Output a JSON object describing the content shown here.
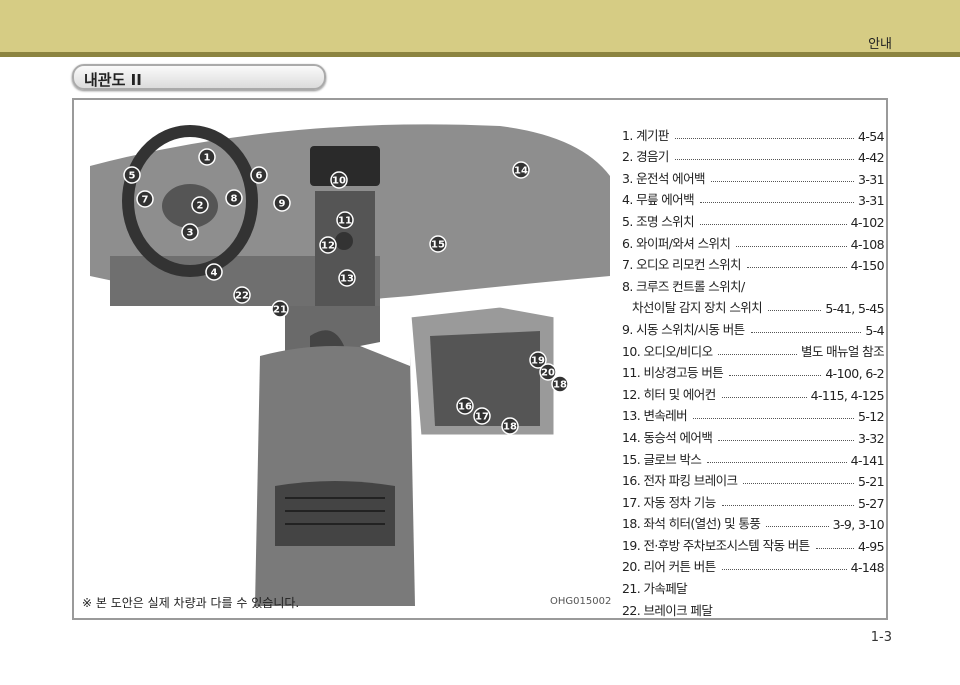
{
  "header": {
    "section": "안내"
  },
  "title": "내관도 II",
  "items": [
    {
      "label": "1. 계기판",
      "page": "4-54"
    },
    {
      "label": "2. 경음기",
      "page": "4-42"
    },
    {
      "label": "3. 운전석 에어백",
      "page": "3-31"
    },
    {
      "label": "4. 무릎 에어백",
      "page": "3-31"
    },
    {
      "label": "5. 조명 스위치",
      "page": "4-102"
    },
    {
      "label": "6. 와이퍼/와셔 스위치",
      "page": "4-108"
    },
    {
      "label": "7. 오디오 리모컨 스위치",
      "page": "4-150"
    },
    {
      "label": "8. 크루즈 컨트롤 스위치/",
      "page": ""
    },
    {
      "label": "차선이탈 감지 장치 스위치",
      "page": "5-41, 5-45",
      "indent": true
    },
    {
      "label": "9. 시동 스위치/시동 버튼",
      "page": "5-4"
    },
    {
      "label": "10. 오디오/비디오",
      "page": "별도 매뉴얼 참조"
    },
    {
      "label": "11. 비상경고등 버튼",
      "page": "4-100, 6-2"
    },
    {
      "label": "12. 히터 및 에어컨",
      "page": "4-115, 4-125"
    },
    {
      "label": "13. 변속레버",
      "page": "5-12"
    },
    {
      "label": "14. 동승석 에어백",
      "page": "3-32"
    },
    {
      "label": "15. 글로브 박스",
      "page": "4-141"
    },
    {
      "label": "16. 전자 파킹 브레이크",
      "page": "5-21"
    },
    {
      "label": "17. 자동 정차 기능",
      "page": "5-27"
    },
    {
      "label": "18. 좌석 히터(열선) 및 통풍",
      "page": "3-9, 3-10"
    },
    {
      "label": "19. 전·후방 주차보조시스템 작동 버튼",
      "page": "4-95"
    },
    {
      "label": "20. 리어 커튼 버튼",
      "page": "4-148"
    },
    {
      "label": "21. 가속페달",
      "page": ""
    },
    {
      "label": "22. 브레이크 페달",
      "page": ""
    }
  ],
  "callouts": [
    "1",
    "5",
    "6",
    "7",
    "8",
    "2",
    "9",
    "3",
    "10",
    "14",
    "11",
    "12",
    "15",
    "13",
    "4",
    "22",
    "21",
    "19",
    "20",
    "18",
    "16",
    "17",
    "18"
  ],
  "note": "※ 본 도안은 실제 차량과 다를 수 있습니다.",
  "image_code": "OHG015002",
  "page_number": "1-3"
}
